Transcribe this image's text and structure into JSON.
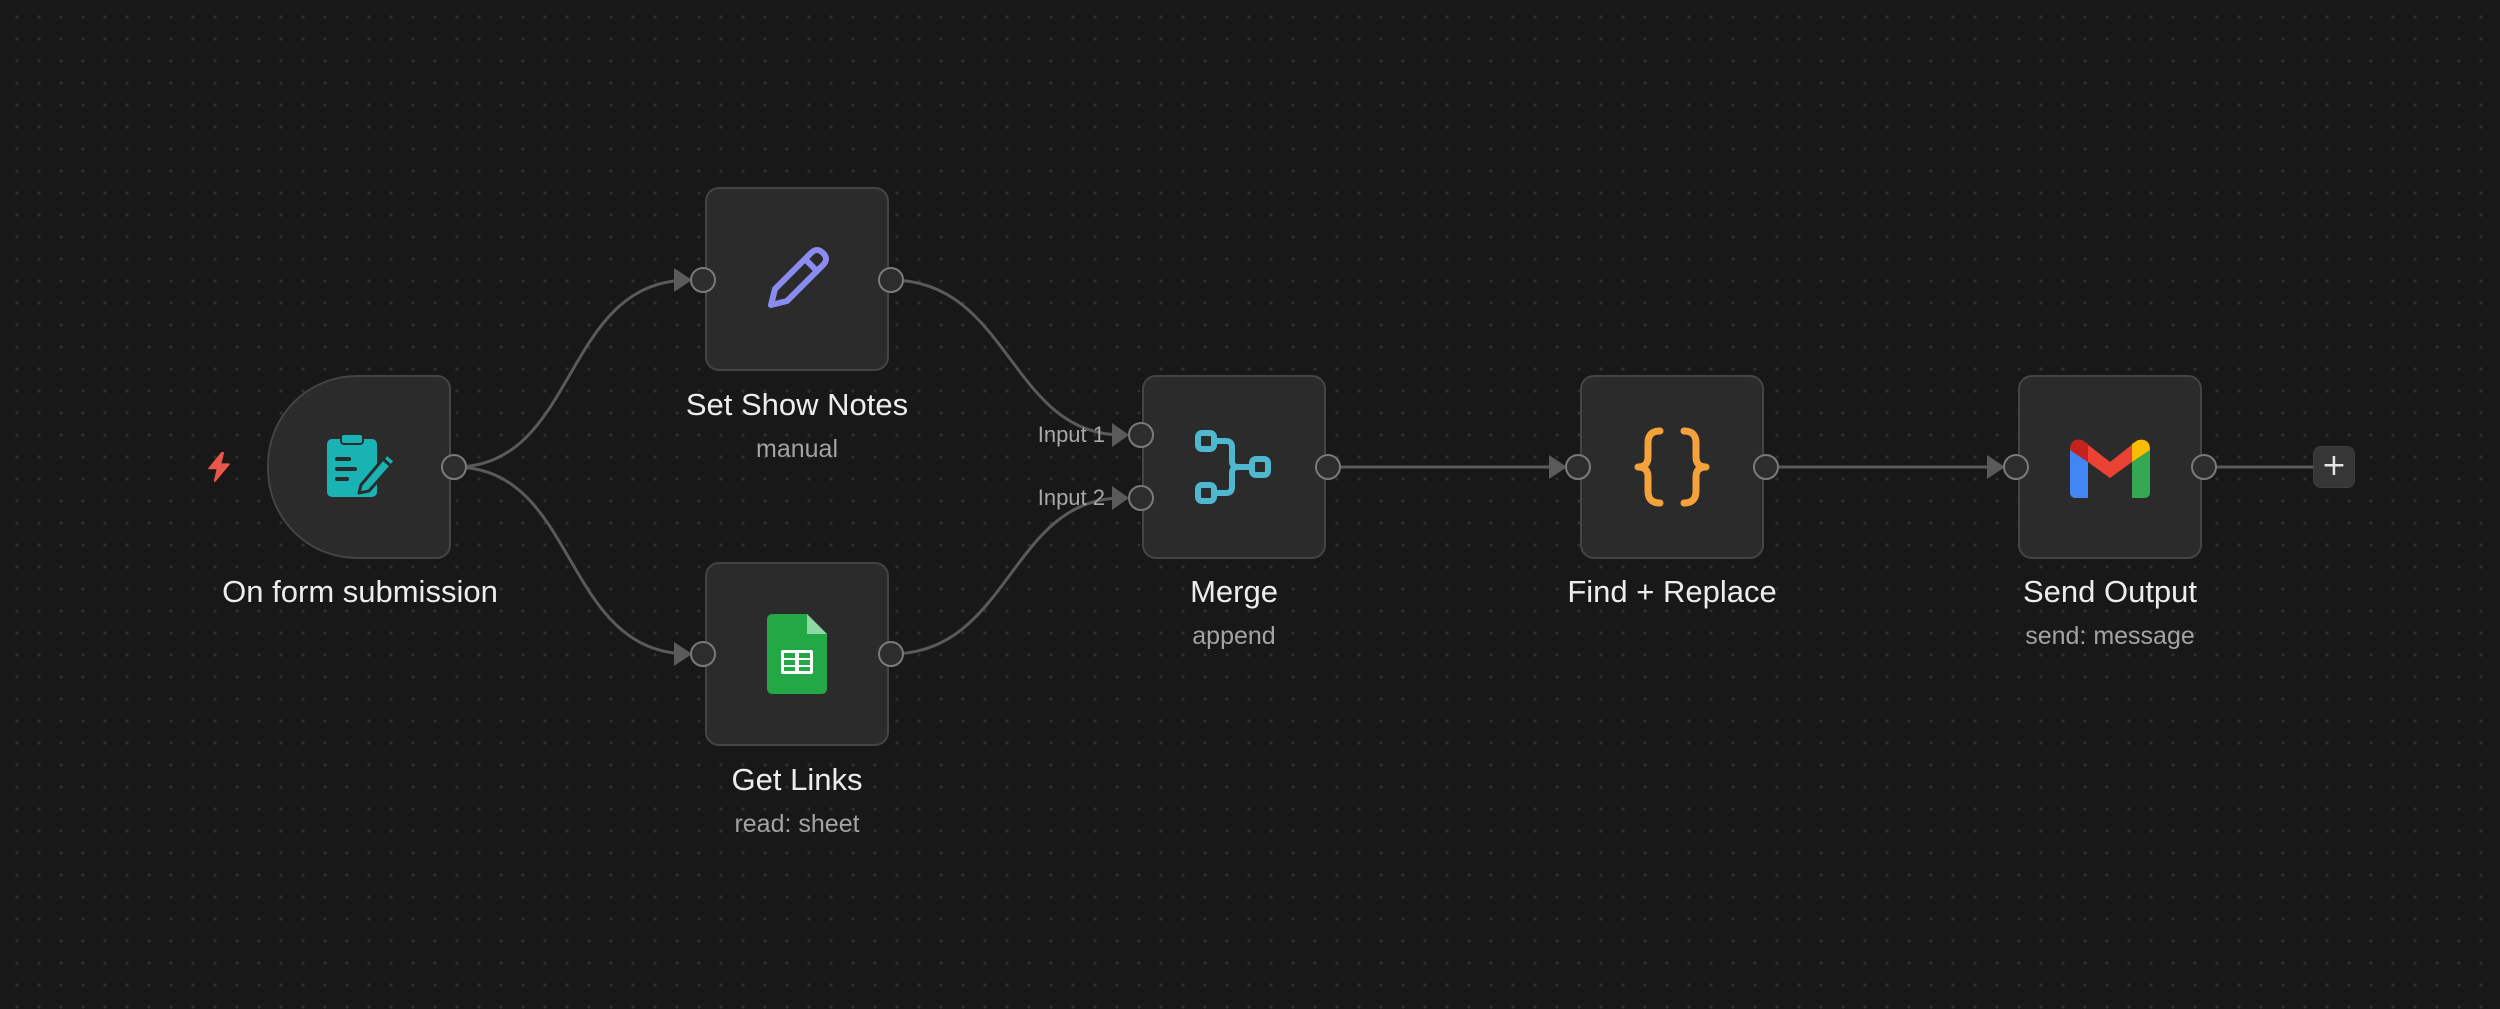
{
  "workflow": {
    "nodes": [
      {
        "id": "form",
        "title": "On form submission",
        "subtitle": "",
        "icon": "form-icon",
        "accent": "#19b3b3"
      },
      {
        "id": "set",
        "title": "Set Show Notes",
        "subtitle": "manual",
        "icon": "pencil-icon",
        "accent": "#8b8cf0"
      },
      {
        "id": "sheets",
        "title": "Get Links",
        "subtitle": "read: sheet",
        "icon": "google-sheets-icon",
        "accent": "#23a846"
      },
      {
        "id": "merge",
        "title": "Merge",
        "subtitle": "append",
        "icon": "merge-icon",
        "accent": "#4fb8cf"
      },
      {
        "id": "code",
        "title": "Find + Replace",
        "subtitle": "",
        "icon": "curly-braces-icon",
        "accent": "#f5a23a"
      },
      {
        "id": "gmail",
        "title": "Send Output",
        "subtitle": "send: message",
        "icon": "gmail-icon",
        "accent": "#ea4335"
      }
    ],
    "merge_inputs": [
      "Input 1",
      "Input 2"
    ],
    "add_button_label": "+",
    "trigger_icon": "lightning-bolt-icon",
    "colors": {
      "background": "#181818",
      "node_fill": "#2b2b2b",
      "node_border": "#444444",
      "edge": "#5a5a5a",
      "trigger_bolt": "#e8574a"
    }
  }
}
